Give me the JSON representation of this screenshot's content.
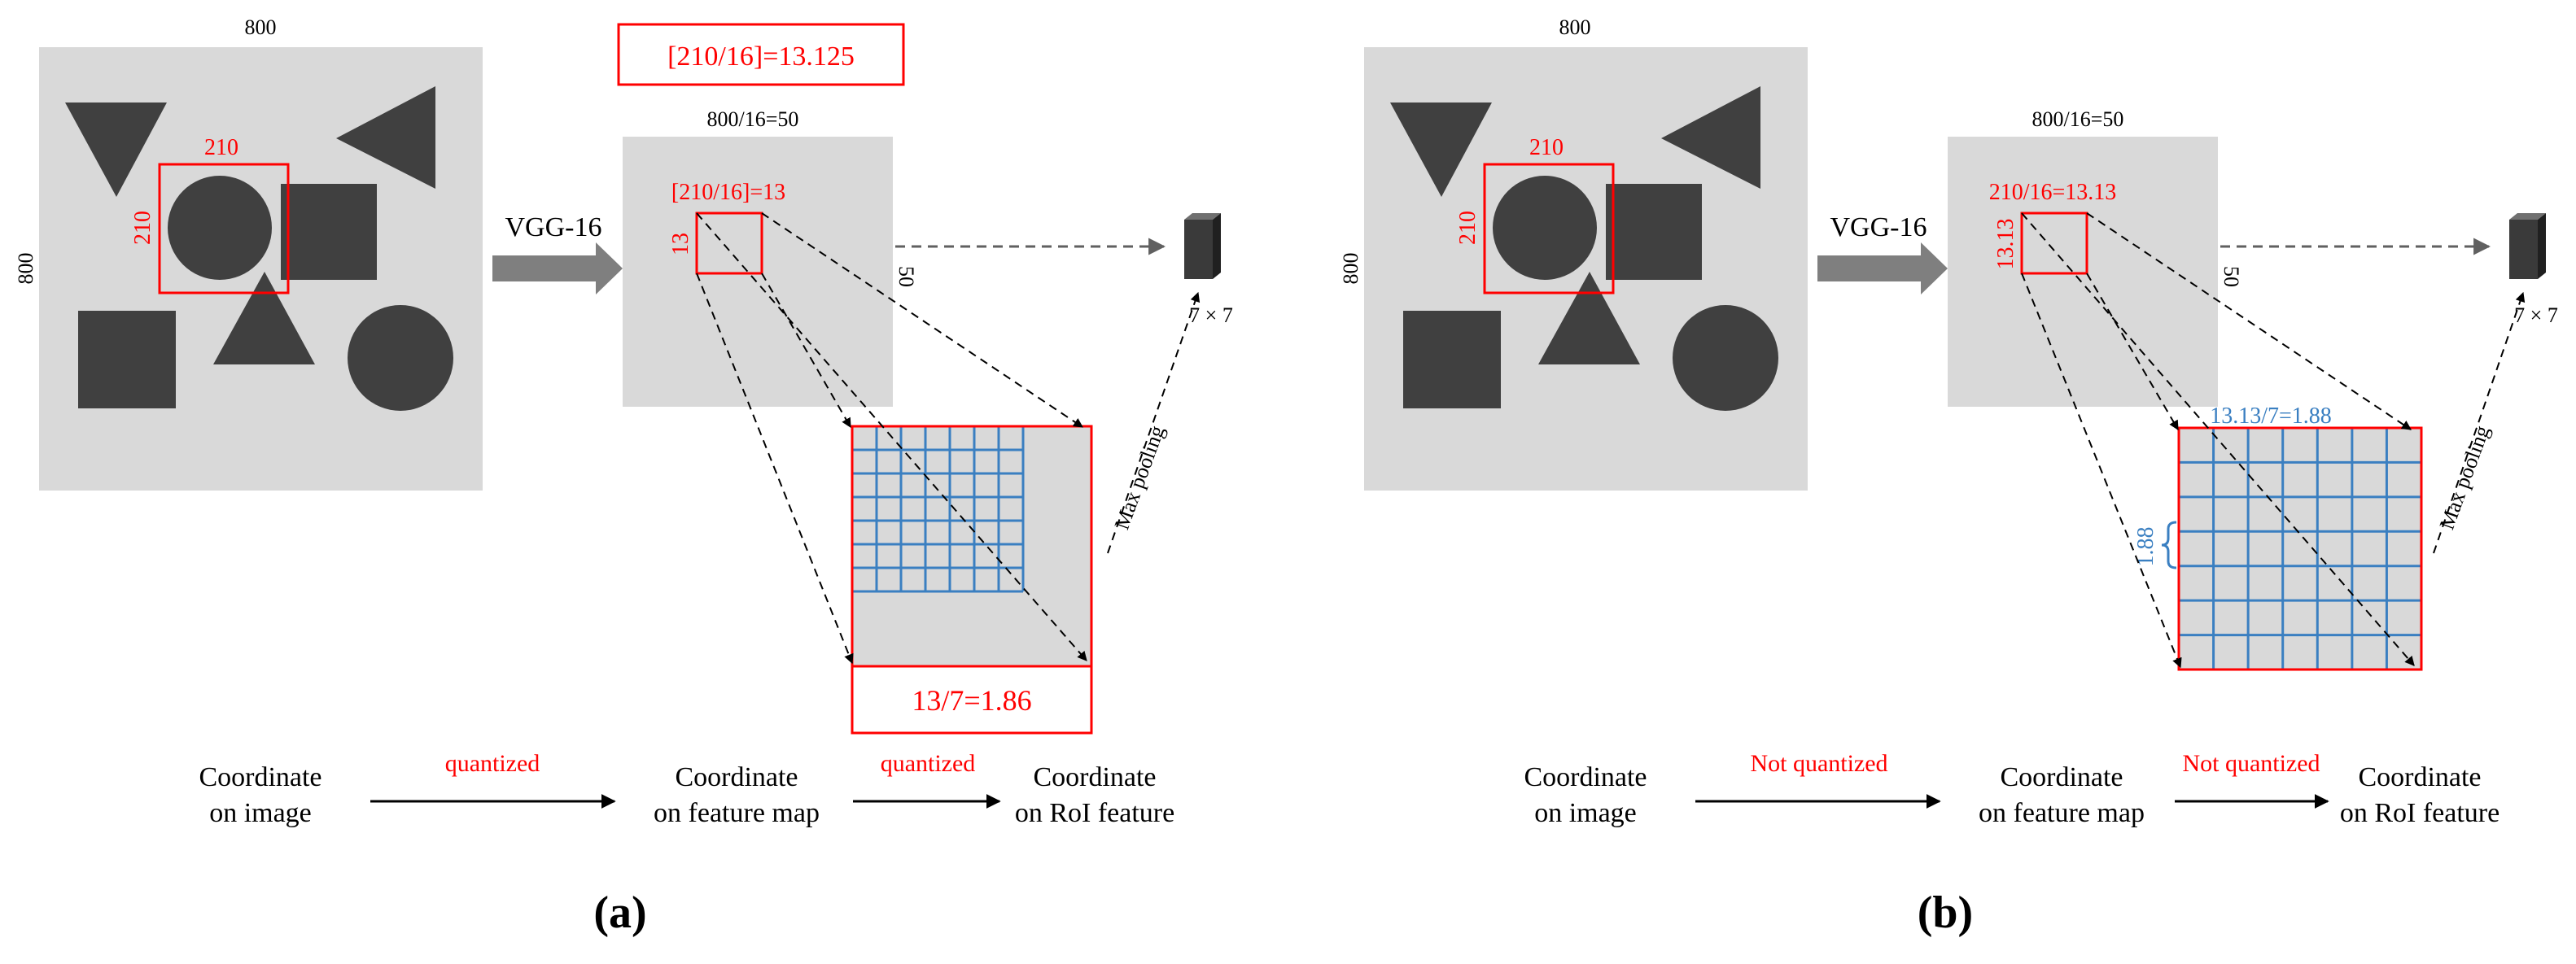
{
  "panel_a": {
    "image_width_label": "800",
    "image_height_label": "800",
    "roi_width_label": "210",
    "roi_height_label": "210",
    "top_formula": "[210/16]=13.125",
    "backbone_label": "VGG-16",
    "feature_map_size_label": "800/16=50",
    "feature_map_height_label": "50",
    "feature_roi_formula": "[210/16]=13",
    "feature_roi_side": "13",
    "output_size_label": "7 × 7",
    "pooling_label": "Max pooling",
    "bin_formula": "13/7=1.86",
    "flow": {
      "step1_line1": "Coordinate",
      "step1_line2": "on image",
      "arrow1_label": "quantized",
      "step2_line1": "Coordinate",
      "step2_line2": "on feature map",
      "arrow2_label": "quantized",
      "step3_line1": "Coordinate",
      "step3_line2": "on RoI feature"
    },
    "caption": "(a)"
  },
  "panel_b": {
    "image_width_label": "800",
    "image_height_label": "800",
    "roi_width_label": "210",
    "roi_height_label": "210",
    "backbone_label": "VGG-16",
    "feature_map_size_label": "800/16=50",
    "feature_map_height_label": "50",
    "feature_roi_formula": "210/16=13.13",
    "feature_roi_side": "13.13",
    "output_size_label": "7 × 7",
    "pooling_label": "Max pooling",
    "bin_formula": "13.13/7=1.88",
    "bin_side_label": "1.88",
    "flow": {
      "step1_line1": "Coordinate",
      "step1_line2": "on image",
      "arrow1_label": "Not quantized",
      "step2_line1": "Coordinate",
      "step2_line2": "on feature map",
      "arrow2_label": "Not quantized",
      "step3_line1": "Coordinate",
      "step3_line2": "on RoI feature"
    },
    "caption": "(b)"
  },
  "colors": {
    "roi_red": "#ff0000",
    "grid_blue": "#3a7fc1",
    "panel_gray": "#d9d9d9",
    "shape_dark": "#404040",
    "arrow_gray": "#7f7f7f"
  }
}
